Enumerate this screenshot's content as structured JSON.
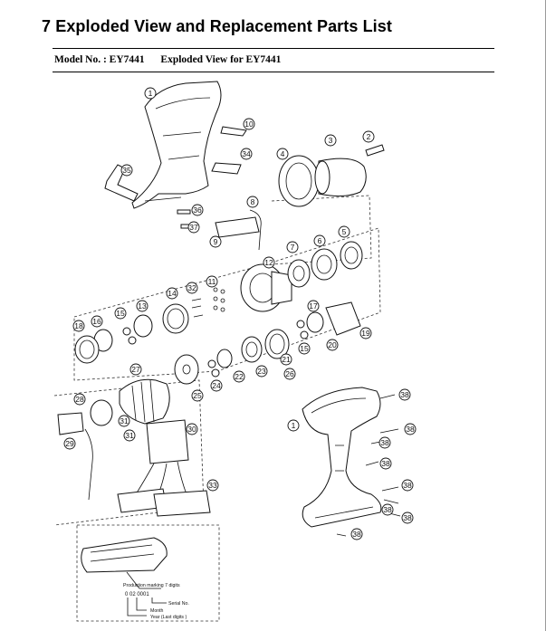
{
  "header": {
    "title": "7  Exploded View and Replacement Parts List",
    "model_label": "Model No. : EY7441",
    "view_label": "Exploded View for EY7441"
  },
  "callouts": [
    "1",
    "2",
    "3",
    "4",
    "5",
    "6",
    "7",
    "8",
    "9",
    "10",
    "11",
    "12",
    "13",
    "14",
    "15",
    "16",
    "17",
    "18",
    "19",
    "20",
    "21",
    "22",
    "23",
    "24",
    "25",
    "26",
    "27",
    "28",
    "29",
    "30",
    "31",
    "32",
    "33",
    "34",
    "35",
    "36",
    "37",
    "38"
  ],
  "production_note": {
    "heading": "Production marking 7 digits",
    "code": "0  02  0001",
    "legend": [
      "Serial No.",
      "Month",
      "Year (Last digits )"
    ]
  }
}
